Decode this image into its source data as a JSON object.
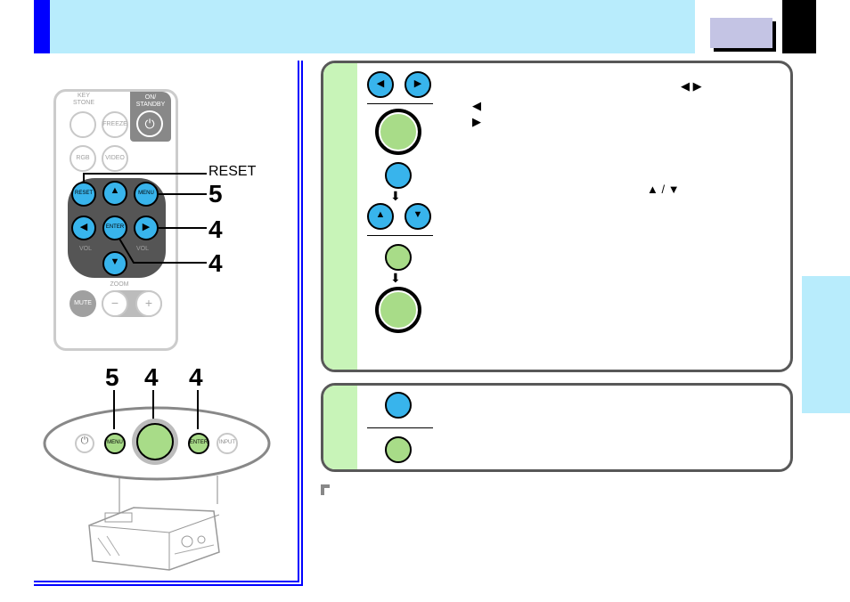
{
  "remote": {
    "keystone_label": "KEY\nSTONE",
    "freeze_label": "FREEZE",
    "standby_label": "ON/\nSTANDBY",
    "rgb_label": "RGB",
    "video_label": "VIDEO",
    "reset_label": "RESET",
    "menu_label": "MENU",
    "enter_label": "ENTER",
    "vol_minus": "VOL",
    "vol_plus": "VOL",
    "zoom_label": "ZOOM",
    "mute_label": "MUTE",
    "zoom_minus": "−",
    "zoom_plus": "+"
  },
  "callouts": {
    "reset": "RESET",
    "step_5": "5",
    "step_4a": "4",
    "step_4b": "4"
  },
  "panel_numbers": [
    "5",
    "4",
    "4"
  ],
  "panel": {
    "menu_label": "MENU",
    "enter_label": "ENTER",
    "input_label": "INPUT"
  },
  "step_box_1": {
    "arrow_left_right": "◀ ▶",
    "arrow_left": "◀",
    "arrow_right": "▶",
    "arrow_up_down": "▲ / ▼"
  }
}
